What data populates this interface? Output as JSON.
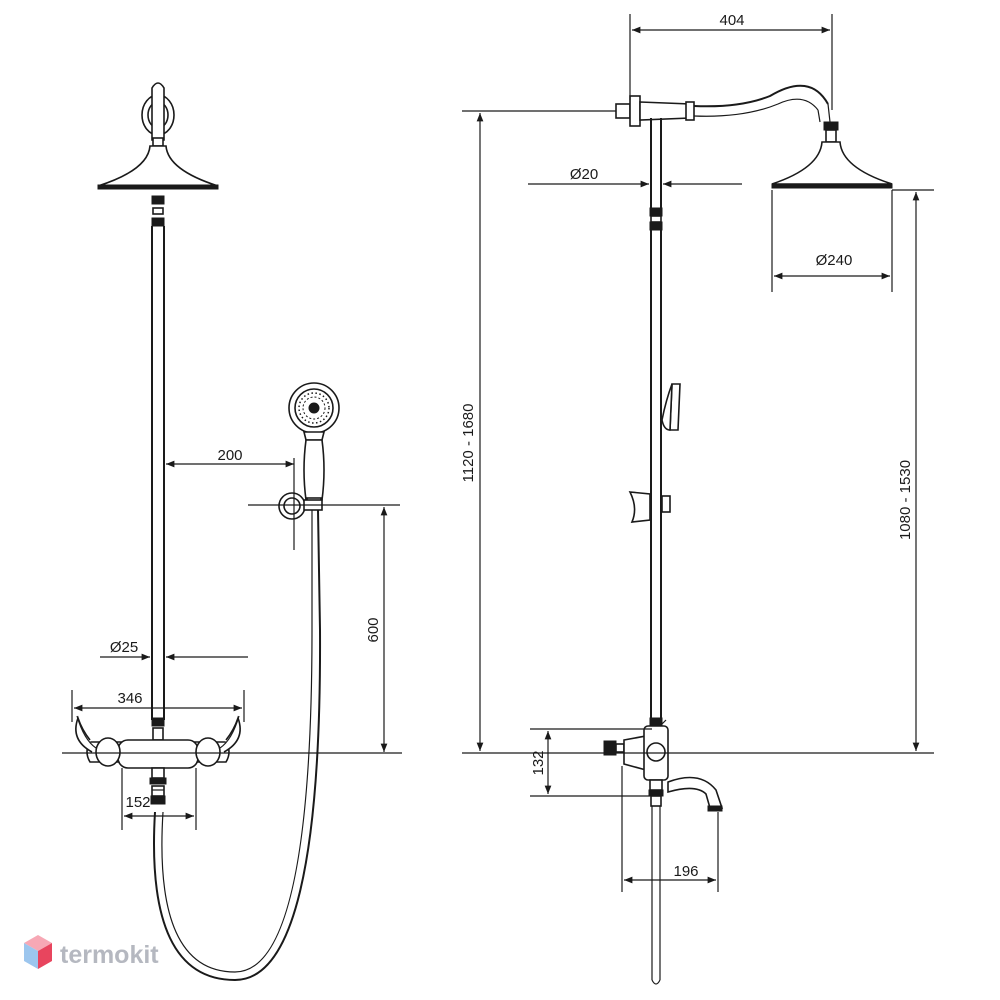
{
  "front_view": {
    "dim_200": "200",
    "dim_600": "600",
    "dim_d25": "Ø25",
    "dim_346": "346",
    "dim_152": "152"
  },
  "side_view": {
    "dim_404": "404",
    "dim_d20": "Ø20",
    "dim_d240": "Ø240",
    "dim_height_left": "1120 - 1680",
    "dim_height_right": "1080 - 1530",
    "dim_132": "132",
    "dim_196": "196"
  },
  "watermark": {
    "text": "termokit",
    "colors": {
      "top": "#f7a8b5",
      "left": "#9cc6ee",
      "right": "#e8455e"
    }
  },
  "colors": {
    "line": "#1a1a1a"
  }
}
